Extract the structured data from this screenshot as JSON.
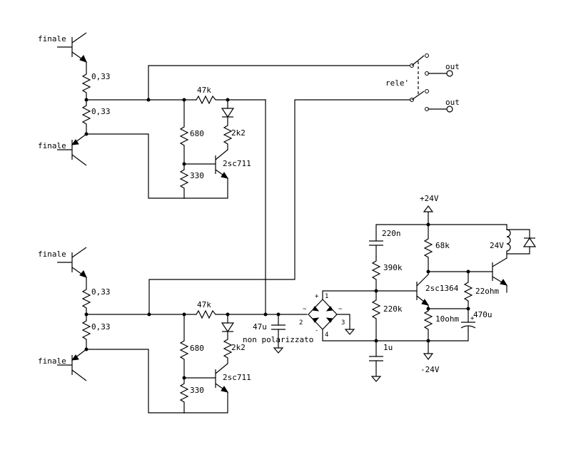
{
  "labels": {
    "finale_1": "finale",
    "finale_2": "finale",
    "finale_3": "finale",
    "finale_4": "finale",
    "r_033_1": "0,33",
    "r_033_2": "0,33",
    "r_033_3": "0,33",
    "r_033_4": "0,33",
    "r_47k_top": "47k",
    "r_47k_bottom": "47k",
    "r_680_top": "680",
    "r_680_bottom": "680",
    "r_2k2_top": "2k2",
    "r_2k2_bottom": "2k2",
    "r_330_top": "330",
    "r_330_bottom": "330",
    "q_2sc711_top": "2sc711",
    "q_2sc711_bottom": "2sc711",
    "relay_label": "rele'",
    "out_1": "out",
    "out_2": "out",
    "vplus": "+24V",
    "vminus": "-24V",
    "c_220n": "220n",
    "r_390k": "390k",
    "r_220k": "220k",
    "c_1u": "1u",
    "r_68k": "68k",
    "q_2sc1364": "2sc1364",
    "r_22ohm": "22ohm",
    "r_10ohm": "10ohm",
    "c_470u": "470u",
    "relay_24v": "24V",
    "c_47u": "47u",
    "non_polarizzato": "non polarizzato",
    "bridge_pin1": "1",
    "bridge_pin2": "2",
    "bridge_pin3": "3",
    "bridge_pin4": "4",
    "bridge_plus": "+",
    "bridge_minus": "-",
    "bridge_ac1": "~",
    "bridge_ac2": "~"
  }
}
